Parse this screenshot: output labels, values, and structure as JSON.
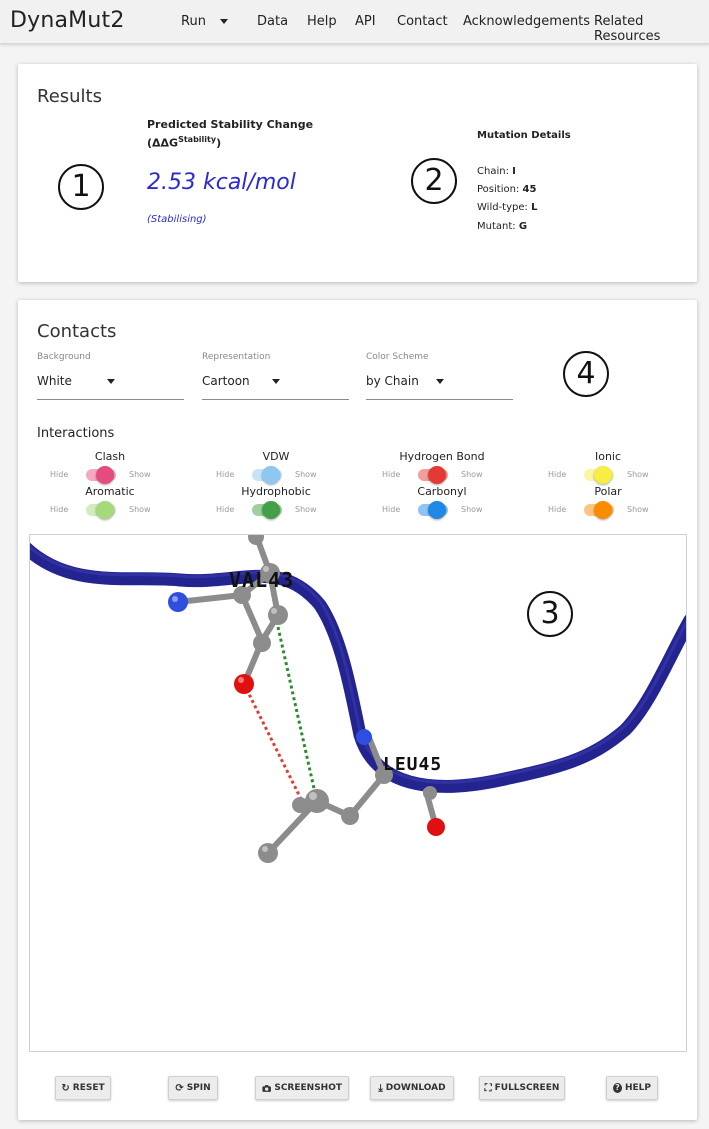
{
  "navbar": {
    "brand": "DynaMut2",
    "items": [
      "Run",
      "Data",
      "Help",
      "API",
      "Contact",
      "Acknowledgements",
      "Related Resources"
    ]
  },
  "results": {
    "title": "Results",
    "marker": "1",
    "prediction_label_line1": "Predicted Stability Change",
    "prediction_label_line2_prefix": "(ΔΔG",
    "prediction_label_sup": "Stability",
    "prediction_label_line2_suffix": ")",
    "ddg_value": "2.53 kcal/mol",
    "ddg_classification": "(Stabilising)",
    "mutation": {
      "marker": "2",
      "title": "Mutation Details",
      "chain_label": "Chain:",
      "chain_value": "I",
      "position_label": "Position:",
      "position_value": "45",
      "wildtype_label": "Wild-type:",
      "wildtype_value": "L",
      "mutant_label": "Mutant:",
      "mutant_value": "G"
    }
  },
  "contacts": {
    "title": "Contacts",
    "marker_settings": "4",
    "marker_viewer": "3",
    "selects": {
      "background": {
        "label": "Background",
        "value": "White"
      },
      "representation": {
        "label": "Representation",
        "value": "Cartoon"
      },
      "color_scheme": {
        "label": "Color Scheme",
        "value": "by Chain"
      }
    },
    "interactions_label": "Interactions",
    "toggle_hide": "Hide",
    "toggle_show": "Show",
    "toggles": [
      {
        "name": "Clash",
        "color": "#e64b7d",
        "track": "#f3a9c2"
      },
      {
        "name": "VDW",
        "color": "#8ec7f0",
        "track": "#c7e3f7"
      },
      {
        "name": "Hydrogen Bond",
        "color": "#e53935",
        "track": "#f19e9c"
      },
      {
        "name": "Ionic",
        "color": "#f7ee44",
        "track": "#fbf6a6"
      },
      {
        "name": "Aromatic",
        "color": "#a5d97a",
        "track": "#d2ecbd"
      },
      {
        "name": "Hydrophobic",
        "color": "#43a047",
        "track": "#9ecfa0"
      },
      {
        "name": "Carbonyl",
        "color": "#1e88e5",
        "track": "#8fc4f2"
      },
      {
        "name": "Polar",
        "color": "#fb8c00",
        "track": "#fdc57f"
      }
    ],
    "viewer": {
      "label_res1": "VAL43",
      "label_res2": "LEU45",
      "ribbon_color": "#242491"
    },
    "buttons": {
      "reset": "RESET",
      "spin": "SPIN",
      "screenshot": "SCREENSHOT",
      "download": "DOWNLOAD",
      "fullscreen": "FULLSCREEN",
      "help": "HELP"
    }
  }
}
